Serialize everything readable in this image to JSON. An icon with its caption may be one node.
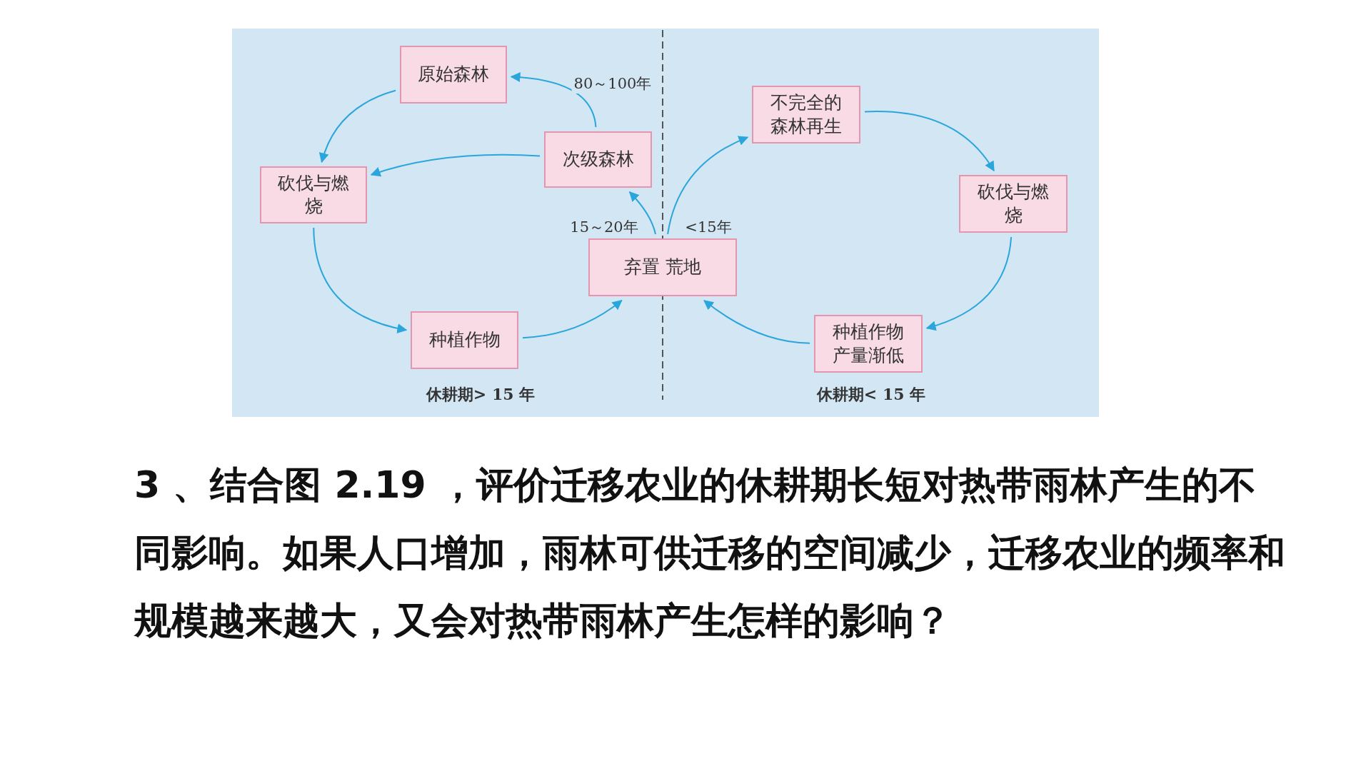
{
  "diagram": {
    "caption": "3 、结合图 2.19 ，评价迁移农业的休耕期长短对热带雨林产生的不同影响。如果人口增加，雨林可供迁移的空间减少，迁移农业的频率和规模越来越大，又会对热带雨林产生怎样的影响？",
    "nodes": [
      {
        "text": [
          "原始森林"
        ]
      },
      {
        "text": [
          "次级森林"
        ]
      },
      {
        "text": [
          "砍伐与燃烧"
        ]
      },
      {
        "text": [
          "种植作物"
        ]
      },
      {
        "text": [
          "弃置 荒地"
        ]
      },
      {
        "text": [
          "不完全的森林再生"
        ]
      },
      {
        "text": [
          "砍伐与燃烧"
        ]
      },
      {
        "text": [
          "种植作物产量渐低"
        ]
      }
    ],
    "edges": [
      {
        "from": 0,
        "to": 2,
        "arrow": "to"
      },
      {
        "from": 2,
        "to": 3,
        "arrow": "to"
      },
      {
        "from": 3,
        "to": 4,
        "arrow": "to"
      },
      {
        "from": 4,
        "to": 1,
        "arrow": "to",
        "label": "15～20年"
      },
      {
        "from": 1,
        "to": 2,
        "arrow": "to"
      },
      {
        "from": 1,
        "to": 0,
        "arrow": "to",
        "label": "80～100年"
      },
      {
        "from": 4,
        "to": 5,
        "arrow": "to",
        "label": "<15年"
      },
      {
        "from": 5,
        "to": 6,
        "arrow": "to"
      },
      {
        "from": 6,
        "to": 7,
        "arrow": "to"
      },
      {
        "from": 7,
        "to": 4,
        "arrow": "to"
      }
    ],
    "labels": [
      "休耕期> 15 年",
      "休耕期< 15 年"
    ]
  }
}
